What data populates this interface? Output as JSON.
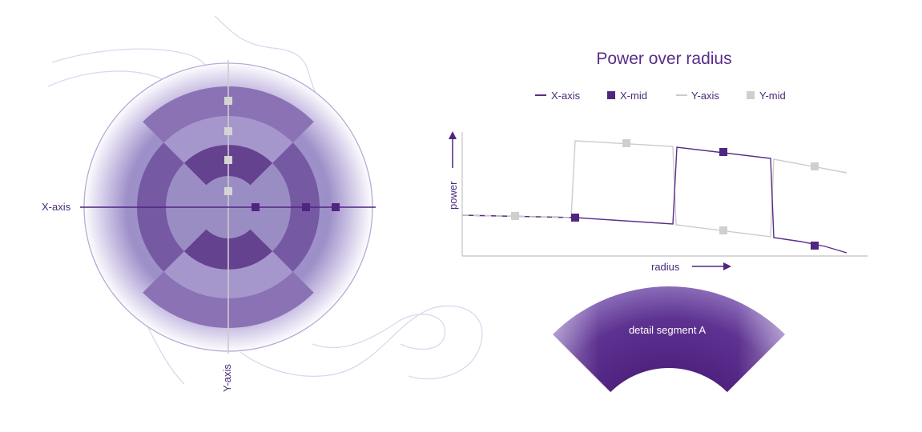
{
  "diagram": {
    "x_axis_label": "X-axis",
    "y_axis_label": "Y-axis"
  },
  "chart": {
    "title": "Power over radius",
    "xlabel": "radius",
    "ylabel": "power",
    "legend": [
      {
        "label": "X-axis",
        "kind": "line",
        "color": "#5a2d8a"
      },
      {
        "label": "X-mid",
        "kind": "square",
        "color": "#4f2580"
      },
      {
        "label": "Y-axis",
        "kind": "line",
        "color": "#cccccc"
      },
      {
        "label": "Y-mid",
        "kind": "square",
        "color": "#cfcfcf"
      }
    ]
  },
  "detail": {
    "label": "detail segment A"
  },
  "colors": {
    "accent": "#5a2d8a",
    "light_ring": "#9a8dc4",
    "dark_ring": "#65428f",
    "gray": "#cccccc",
    "decor": "#ddd7ec"
  }
}
